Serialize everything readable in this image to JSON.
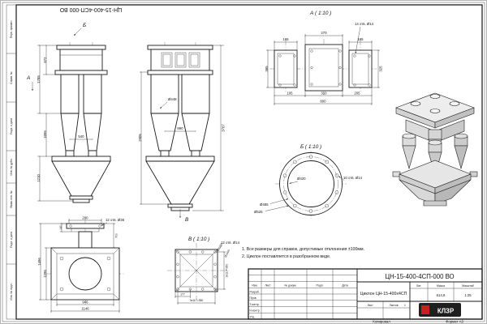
{
  "sheet": {
    "code_top": "ЦН-15-400-4СП-000 ВО",
    "kopiroval": "Копировал",
    "format": "Формат А3",
    "left_labels": [
      "Перв. примен.",
      "Справ. №",
      "Подп. и дата",
      "Инв. № дубл.",
      "Взам. инв. №",
      "Подп. и дата",
      "Инв. № подл."
    ]
  },
  "views": {
    "front": {
      "label_b": "Б",
      "label_a": "А",
      "d672": "672",
      "d1785": "1785",
      "d1095": "1095",
      "d1210": "1210",
      "d540": "540"
    },
    "side": {
      "d448": "Ø448",
      "d890": "890",
      "d2905": "2905",
      "d3767": "3767",
      "label_v": "В"
    },
    "section_a": {
      "title": "А ( 1:10 )",
      "d270": "270",
      "d165l": "165",
      "d165r": "165",
      "holes": "14 отв. Ø14",
      "d365": "365",
      "d325": "325",
      "d105": "105",
      "d310": "310",
      "d205": "205",
      "d800": "800"
    },
    "section_b": {
      "title": "Б ( 1:10 )",
      "d420": "Ø420",
      "d485": "Ø485",
      "d525": "Ø525",
      "holes": "10 отв. Ø14"
    },
    "section_v": {
      "title": "В ( 1:10 )",
      "holes": "12 отв. Ø14",
      "d177": "177",
      "pitch_h": "3х117=350",
      "pitch_v": "3х117=350",
      "ref1": "Ø1200",
      "ref2": "Ø1400"
    },
    "base": {
      "d200": "200",
      "d140": "140",
      "holes": "12 отв. Ø38",
      "d700": "700",
      "d1496": "1496",
      "d1296": "1296",
      "d946": "946",
      "d1146": "1146"
    }
  },
  "notes": {
    "n1": "1. Все размеры для справок, допустимые отклонения ±100мм.",
    "n2": "2. Циклон поставляется в разобранном виде."
  },
  "stamp": {
    "code": "ЦН-15-400-4СП-000 ВО",
    "name": "Циклон ЦН-15-400х4СП",
    "col_izm": "Изм.",
    "col_list": "Лист",
    "col_doc": "№ докум.",
    "col_podp": "Подп.",
    "col_data": "Дата",
    "row_razrab": "Разраб.",
    "row_prov": "Пров.",
    "row_tkontr": "Т.контр.",
    "row_nkontr": "Н.контр.",
    "row_utv": "Утв.",
    "lit": "Лит.",
    "mass_label": "Масса",
    "scale_label": "Масштаб",
    "mass": "614,8",
    "scale": "1:25",
    "sheet_label": "Лист",
    "sheets_label": "Листов",
    "sheets_value": "1",
    "logo": "КЛЗР",
    "colors": {
      "accent_red": "#c8201e",
      "line": "#1a1a1a"
    }
  }
}
